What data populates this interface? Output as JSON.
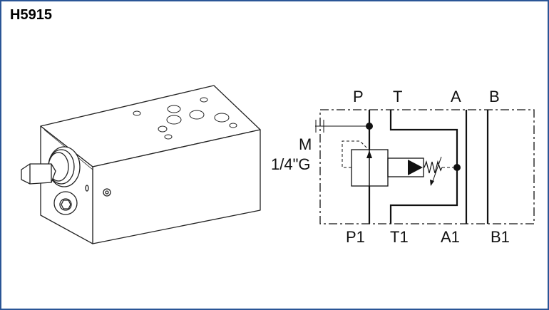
{
  "title": "H5915",
  "schematic": {
    "top_ports": [
      "P",
      "T",
      "A",
      "B"
    ],
    "bottom_ports": [
      "P1",
      "T1",
      "A1",
      "B1"
    ],
    "gauge_port": "M",
    "gauge_thread": "1/4\"G"
  },
  "colors": {
    "border": "#2a5596",
    "line": "#111111"
  }
}
